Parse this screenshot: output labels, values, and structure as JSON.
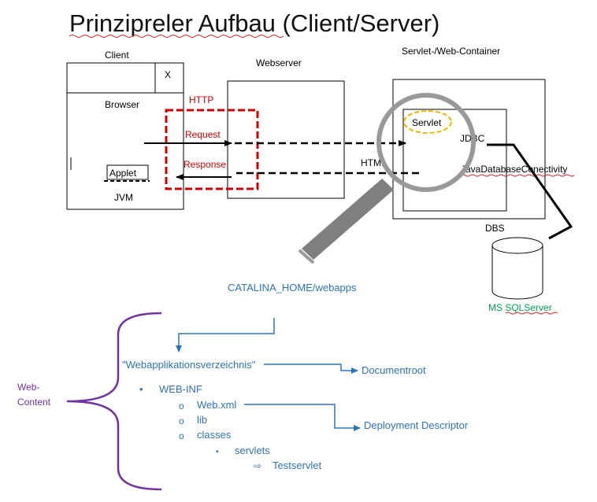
{
  "title": "Prinzipreler Aufbau (Client/Server)",
  "client": {
    "label": "Client",
    "close_x": "X",
    "browser": "Browser",
    "applet": "Applet",
    "jvm": "JVM"
  },
  "webserver": {
    "label": "Webserver"
  },
  "container": {
    "label": "Servlet-/Web-Container",
    "servlet": "Servlet",
    "jdbc": "JDBC",
    "jdbc_long": "JavaDatabaseConectivity"
  },
  "http": {
    "label": "HTTP",
    "request": "Request",
    "response": "Response",
    "html": "HTML"
  },
  "database": {
    "label": "DBS",
    "name_prefix": "MS ",
    "name_suffix": "SQLServer"
  },
  "tree": {
    "catalina": "CATALINA_HOME/webapps",
    "webapp_dir": "\"Webapplikationsverzeichnis\"",
    "documentroot": "Documentroot",
    "web_inf": "WEB-INF",
    "web_xml": "Web.xml",
    "lib": "lib",
    "classes": "classes",
    "servlets": "servlets",
    "testservlet": "Testservlet",
    "deployment": "Deployment Descriptor",
    "web_content_line1": "Web-",
    "web_content_line2": "Content",
    "bullet_disc": "•",
    "bullet_circle": "o",
    "bullet_square": "▪",
    "bullet_arrow": "⇨"
  },
  "colors": {
    "http_red": "#cc0000",
    "servlet_orange": "#f0b400",
    "tree_blue": "#2e74b5",
    "brace_purple": "#7030a0",
    "db_green": "#00a050",
    "magnifier_gray": "#999999"
  }
}
